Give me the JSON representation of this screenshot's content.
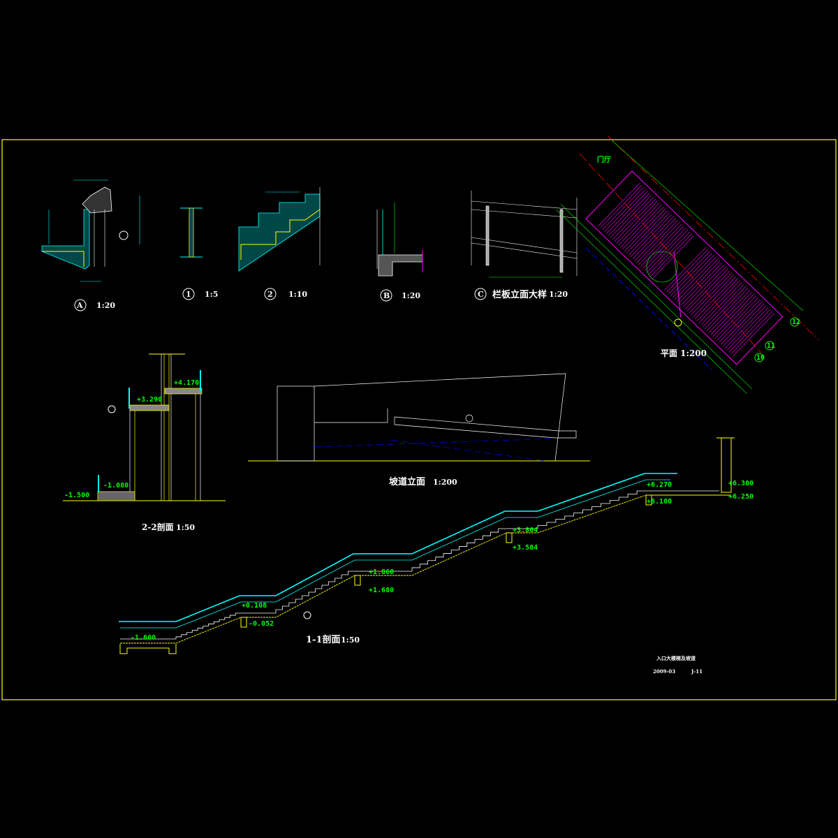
{
  "colors": {
    "background": "#000000",
    "frame": "#ffff00",
    "stair": "#ffffff",
    "handrail": "#00ffff",
    "level": "#00ff00",
    "hatch": "#ff00ff",
    "axis": "#ff0000",
    "hidden": "#0000ff"
  },
  "details": [
    {
      "mark": "A",
      "scale": "1:20"
    },
    {
      "mark": "1",
      "scale": "1:5"
    },
    {
      "mark": "2",
      "scale": "1:10"
    },
    {
      "mark": "B",
      "scale": "1:20"
    },
    {
      "mark": "C",
      "title": "栏板立面大样",
      "scale": "1:20"
    }
  ],
  "plan": {
    "title": "平面 1:200",
    "door_label": "门厅",
    "axes": [
      "12",
      "11",
      "10"
    ]
  },
  "ramp_elevation": {
    "title": "坡道立面",
    "scale": "1:200"
  },
  "section_2_2": {
    "title": "2-2剖面",
    "scale": "1:50",
    "levels": [
      "+4.170",
      "+3.290",
      "-1.080",
      "-1.500"
    ]
  },
  "section_1_1": {
    "title": "1-1剖面",
    "scale": "1:50",
    "levels": [
      "-1.600",
      "+0.108",
      "-0.052",
      "+1.860",
      "+1.680",
      "+3.804",
      "+3.584",
      "+6.270",
      "+6.100",
      "+6.300",
      "+6.250"
    ]
  },
  "title_block": {
    "name": "入口大楼梯及坡道",
    "date": "2009-03",
    "sheet": "J-11"
  }
}
